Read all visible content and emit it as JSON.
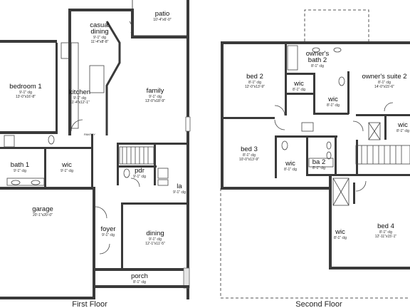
{
  "floors": [
    {
      "caption": "First Floor",
      "rooms": [
        {
          "id": "casual-dining",
          "name": "casual\ndining",
          "dims": "9'-1\" clg\n11'-4\"x8'-8\""
        },
        {
          "id": "patio",
          "name": "patio",
          "dims": "10'-4\"x6'-0\""
        },
        {
          "id": "bedroom-1",
          "name": "bedroom 1",
          "dims": "9'-1\" clg\n13'-0\"x16'-8\""
        },
        {
          "id": "kitchen",
          "name": "kitchen",
          "dims": "9'-1\" clg\n11'-4\"x12'-1\""
        },
        {
          "id": "family",
          "name": "family",
          "dims": "9'-1\" clg\n13'-0\"x18'-9\""
        },
        {
          "id": "bath-1",
          "name": "bath 1",
          "dims": "9'-1\" clg"
        },
        {
          "id": "wic-1",
          "name": "wic",
          "dims": "9'-1\" clg"
        },
        {
          "id": "pdr",
          "name": "pdr",
          "dims": "9'-1\" clg"
        },
        {
          "id": "la",
          "name": "la",
          "dims": "9'-1\" clg"
        },
        {
          "id": "garage",
          "name": "garage",
          "dims": "20'-1\"x20'-0\""
        },
        {
          "id": "foyer",
          "name": "foyer",
          "dims": "9'-1\" clg"
        },
        {
          "id": "dining",
          "name": "dining",
          "dims": "9'-1\" clg\n12'-1\"x11'-5\""
        },
        {
          "id": "porch",
          "name": "porch",
          "dims": "8'-1\" clg"
        }
      ],
      "small_labels": {
        "pantry": "PANTRY"
      }
    },
    {
      "caption": "Second Floor",
      "rooms": [
        {
          "id": "bed-2",
          "name": "bed 2",
          "dims": "8'-1\" clg\n12'-0\"x13'-9\""
        },
        {
          "id": "owners-bath-2",
          "name": "owner's\nbath 2",
          "dims": "8'-1\" clg"
        },
        {
          "id": "owners-suite-2",
          "name": "owner's suite 2",
          "dims": "8'-1\" clg\n14'-0\"x15'-6\""
        },
        {
          "id": "wic-bed2",
          "name": "wic",
          "dims": "8'-1\" clg"
        },
        {
          "id": "wic-owner",
          "name": "wic",
          "dims": "8'-1\" clg"
        },
        {
          "id": "wic-right",
          "name": "wic",
          "dims": "8'-1\" clg"
        },
        {
          "id": "bed-3",
          "name": "bed 3",
          "dims": "8'-1\" clg\n10'-0\"x13'-9\""
        },
        {
          "id": "wic-bed3",
          "name": "wic",
          "dims": "8'-1\" clg"
        },
        {
          "id": "ba-2",
          "name": "ba 2",
          "dims": "8'-1\" clg"
        },
        {
          "id": "wic-bed4",
          "name": "wic",
          "dims": "8'-1\" clg"
        },
        {
          "id": "bed-4",
          "name": "bed 4",
          "dims": "8'-1\" clg\n12'-11\"x15'-1\""
        }
      ]
    }
  ]
}
